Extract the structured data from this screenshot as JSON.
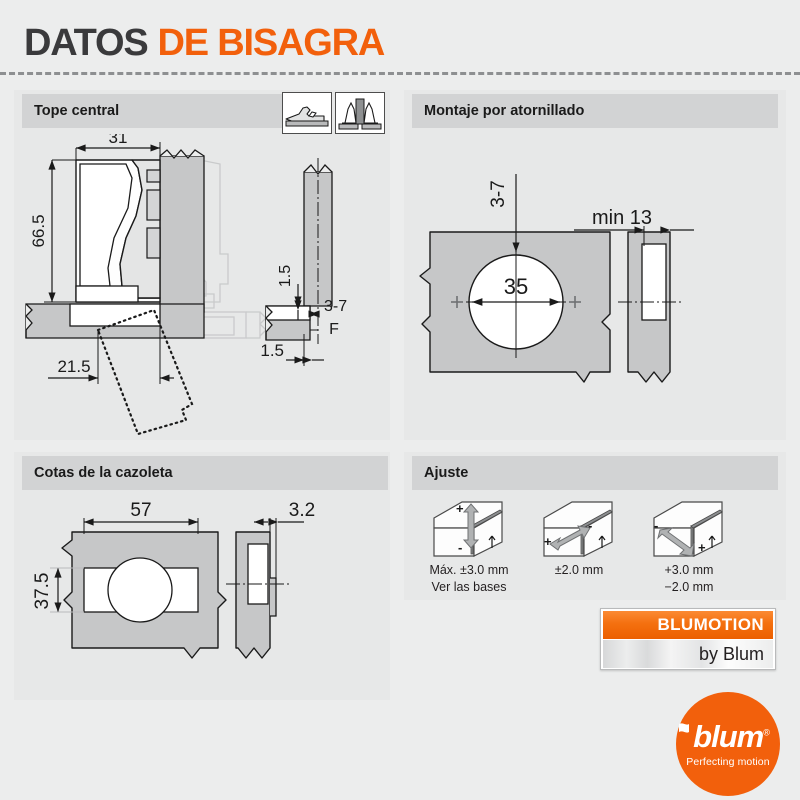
{
  "title": {
    "part1": "DATOS",
    "part2": "DE BISAGRA"
  },
  "colors": {
    "accent_orange": "#f2600c",
    "title_dark": "#3a3a3c",
    "page_bg": "#eceded",
    "panel_bg": "#e7e8e8",
    "panel_head_bg": "#d2d3d4"
  },
  "panels": {
    "tope_central": {
      "header": "Tope central",
      "thumbs": [
        "hinge-side-view-thumb",
        "hinge-front-view-thumb"
      ],
      "dimensions": {
        "width_top": "31",
        "height_left": "66.5",
        "offset_bottom": "21.5",
        "gap_vertical": "1.5",
        "plate_range": "3-7",
        "gap_label": "F",
        "overlay_bottom": "1.5"
      }
    },
    "montaje": {
      "header": "Montaje por atornillado",
      "dimensions": {
        "edge_distance": "3-7",
        "cup_diameter": "35",
        "min_edge": "min 13"
      }
    },
    "cazoleta": {
      "header": "Cotas de la cazoleta",
      "dimensions": {
        "width": "57",
        "height": "37.5",
        "thickness": "3.2"
      }
    },
    "ajuste": {
      "header": "Ajuste",
      "items": [
        {
          "icon": "height-adjustment-icon",
          "plus": "+",
          "minus": "-",
          "caption1": "Máx. ±3.0 mm",
          "caption2": "Ver las bases"
        },
        {
          "icon": "side-adjustment-icon",
          "plus": "+",
          "minus": "-",
          "caption1": "±2.0 mm",
          "caption2": ""
        },
        {
          "icon": "depth-adjustment-icon",
          "plus": "+",
          "minus": "-",
          "caption1": "+3.0 mm",
          "caption2": "−2.0 mm"
        }
      ]
    }
  },
  "blumotion": {
    "top_text": "BLUMOTION",
    "bottom_text": "by Blum"
  },
  "blum_logo": {
    "word": "blum",
    "registered": "®",
    "tagline": "Perfecting motion"
  }
}
